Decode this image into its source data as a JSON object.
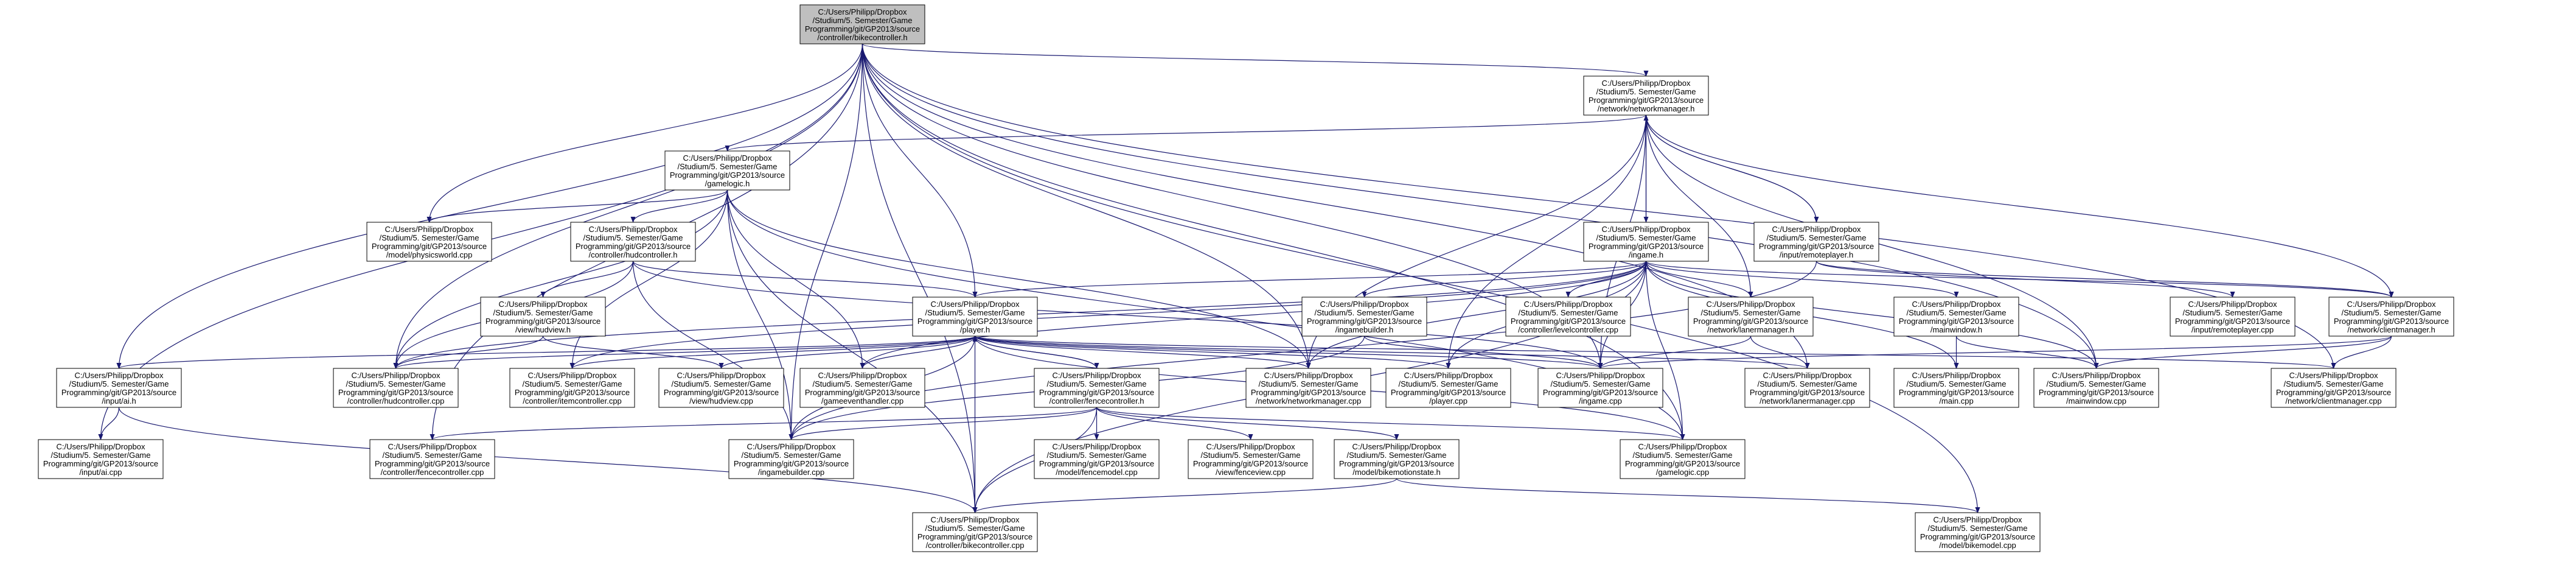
{
  "diagram": {
    "type": "doxygen-include-dependency-graph",
    "colors": {
      "highlight_fill": "#bfbfbf",
      "node_fill": "#ffffff",
      "node_stroke": "#000000",
      "edge": "#191970"
    },
    "nodes": [
      {
        "id": "bikecontroller_h",
        "highlight": true,
        "lines": [
          "C:/Users/Philipp/Dropbox",
          "/Studium/5. Semester/Game",
          "Programming/git/GP2013/source",
          "/controller/bikecontroller.h"
        ]
      },
      {
        "id": "networkmanager_h",
        "lines": [
          "C:/Users/Philipp/Dropbox",
          "/Studium/5. Semester/Game",
          "Programming/git/GP2013/source",
          "/network/networkmanager.h"
        ]
      },
      {
        "id": "gamelogic_h",
        "lines": [
          "C:/Users/Philipp/Dropbox",
          "/Studium/5. Semester/Game",
          "Programming/git/GP2013/source",
          "/gamelogic.h"
        ]
      },
      {
        "id": "physicsworld_cpp",
        "lines": [
          "C:/Users/Philipp/Dropbox",
          "/Studium/5. Semester/Game",
          "Programming/git/GP2013/source",
          "/model/physicsworld.cpp"
        ]
      },
      {
        "id": "hudcontroller_h",
        "lines": [
          "C:/Users/Philipp/Dropbox",
          "/Studium/5. Semester/Game",
          "Programming/git/GP2013/source",
          "/controller/hudcontroller.h"
        ]
      },
      {
        "id": "ingame_h",
        "lines": [
          "C:/Users/Philipp/Dropbox",
          "/Studium/5. Semester/Game",
          "Programming/git/GP2013/source",
          "/ingame.h"
        ]
      },
      {
        "id": "remoteplayer_h",
        "lines": [
          "C:/Users/Philipp/Dropbox",
          "/Studium/5. Semester/Game",
          "Programming/git/GP2013/source",
          "/input/remoteplayer.h"
        ]
      },
      {
        "id": "hudview_h",
        "lines": [
          "C:/Users/Philipp/Dropbox",
          "/Studium/5. Semester/Game",
          "Programming/git/GP2013/source",
          "/view/hudview.h"
        ]
      },
      {
        "id": "player_h",
        "lines": [
          "C:/Users/Philipp/Dropbox",
          "/Studium/5. Semester/Game",
          "Programming/git/GP2013/source",
          "/player.h"
        ]
      },
      {
        "id": "ingamebuilder_h",
        "lines": [
          "C:/Users/Philipp/Dropbox",
          "/Studium/5. Semester/Game",
          "Programming/git/GP2013/source",
          "/ingamebuilder.h"
        ]
      },
      {
        "id": "levelcontroller_cpp",
        "lines": [
          "C:/Users/Philipp/Dropbox",
          "/Studium/5. Semester/Game",
          "Programming/git/GP2013/source",
          "/controller/levelcontroller.cpp"
        ]
      },
      {
        "id": "lanermanager_h",
        "lines": [
          "C:/Users/Philipp/Dropbox",
          "/Studium/5. Semester/Game",
          "Programming/git/GP2013/source",
          "/network/lanermanager.h"
        ]
      },
      {
        "id": "mainwindow_h",
        "lines": [
          "C:/Users/Philipp/Dropbox",
          "/Studium/5. Semester/Game",
          "Programming/git/GP2013/source",
          "/mainwindow.h"
        ]
      },
      {
        "id": "remoteplayer_cpp",
        "lines": [
          "C:/Users/Philipp/Dropbox",
          "/Studium/5. Semester/Game",
          "Programming/git/GP2013/source",
          "/input/remoteplayer.cpp"
        ]
      },
      {
        "id": "clientmanager_h",
        "lines": [
          "C:/Users/Philipp/Dropbox",
          "/Studium/5. Semester/Game",
          "Programming/git/GP2013/source",
          "/network/clientmanager.h"
        ]
      },
      {
        "id": "ai_h",
        "lines": [
          "C:/Users/Philipp/Dropbox",
          "/Studium/5. Semester/Game",
          "Programming/git/GP2013/source",
          "/input/ai.h"
        ]
      },
      {
        "id": "hudcontroller_cpp",
        "lines": [
          "C:/Users/Philipp/Dropbox",
          "/Studium/5. Semester/Game",
          "Programming/git/GP2013/source",
          "/controller/hudcontroller.cpp"
        ]
      },
      {
        "id": "itemcontroller_cpp",
        "lines": [
          "C:/Users/Philipp/Dropbox",
          "/Studium/5. Semester/Game",
          "Programming/git/GP2013/source",
          "/controller/itemcontroller.cpp"
        ]
      },
      {
        "id": "hudview_cpp",
        "lines": [
          "C:/Users/Philipp/Dropbox",
          "/Studium/5. Semester/Game",
          "Programming/git/GP2013/source",
          "/view/hudview.cpp"
        ]
      },
      {
        "id": "gameeventhandler_cpp",
        "lines": [
          "C:/Users/Philipp/Dropbox",
          "/Studium/5. Semester/Game",
          "Programming/git/GP2013/source",
          "/gameeventhandler.cpp"
        ]
      },
      {
        "id": "networkmanager_cpp",
        "lines": [
          "C:/Users/Philipp/Dropbox",
          "/Studium/5. Semester/Game",
          "Programming/git/GP2013/source",
          "/network/networkmanager.cpp"
        ]
      },
      {
        "id": "player_cpp",
        "lines": [
          "C:/Users/Philipp/Dropbox",
          "/Studium/5. Semester/Game",
          "Programming/git/GP2013/source",
          "/player.cpp"
        ]
      },
      {
        "id": "ingame_cpp",
        "lines": [
          "C:/Users/Philipp/Dropbox",
          "/Studium/5. Semester/Game",
          "Programming/git/GP2013/source",
          "/ingame.cpp"
        ]
      },
      {
        "id": "lanermanager_cpp",
        "lines": [
          "C:/Users/Philipp/Dropbox",
          "/Studium/5. Semester/Game",
          "Programming/git/GP2013/source",
          "/network/lanermanager.cpp"
        ]
      },
      {
        "id": "main_cpp",
        "lines": [
          "C:/Users/Philipp/Dropbox",
          "/Studium/5. Semester/Game",
          "Programming/git/GP2013/source",
          "/main.cpp"
        ]
      },
      {
        "id": "mainwindow_cpp",
        "lines": [
          "C:/Users/Philipp/Dropbox",
          "/Studium/5. Semester/Game",
          "Programming/git/GP2013/source",
          "/mainwindow.cpp"
        ]
      },
      {
        "id": "clientmanager_cpp",
        "lines": [
          "C:/Users/Philipp/Dropbox",
          "/Studium/5. Semester/Game",
          "Programming/git/GP2013/source",
          "/network/clientmanager.cpp"
        ]
      },
      {
        "id": "fencecontroller_h",
        "lines": [
          "C:/Users/Philipp/Dropbox",
          "/Studium/5. Semester/Game",
          "Programming/git/GP2013/source",
          "/controller/fencecontroller.h"
        ]
      },
      {
        "id": "ai_cpp",
        "lines": [
          "C:/Users/Philipp/Dropbox",
          "/Studium/5. Semester/Game",
          "Programming/git/GP2013/source",
          "/input/ai.cpp"
        ]
      },
      {
        "id": "fencecontroller_cpp",
        "lines": [
          "C:/Users/Philipp/Dropbox",
          "/Studium/5. Semester/Game",
          "Programming/git/GP2013/source",
          "/controller/fencecontroller.cpp"
        ]
      },
      {
        "id": "ingamebuilder_cpp",
        "lines": [
          "C:/Users/Philipp/Dropbox",
          "/Studium/5. Semester/Game",
          "Programming/git/GP2013/source",
          "/ingamebuilder.cpp"
        ]
      },
      {
        "id": "fencemodel_cpp",
        "lines": [
          "C:/Users/Philipp/Dropbox",
          "/Studium/5. Semester/Game",
          "Programming/git/GP2013/source",
          "/model/fencemodel.cpp"
        ]
      },
      {
        "id": "fenceview_cpp",
        "lines": [
          "C:/Users/Philipp/Dropbox",
          "/Studium/5. Semester/Game",
          "Programming/git/GP2013/source",
          "/view/fenceview.cpp"
        ]
      },
      {
        "id": "bikemotionstate_h",
        "lines": [
          "C:/Users/Philipp/Dropbox",
          "/Studium/5. Semester/Game",
          "Programming/git/GP2013/source",
          "/model/bikemotionstate.h"
        ]
      },
      {
        "id": "gamelogic_cpp",
        "lines": [
          "C:/Users/Philipp/Dropbox",
          "/Studium/5. Semester/Game",
          "Programming/git/GP2013/source",
          "/gamelogic.cpp"
        ]
      },
      {
        "id": "bikecontroller_cpp",
        "lines": [
          "C:/Users/Philipp/Dropbox",
          "/Studium/5. Semester/Game",
          "Programming/git/GP2013/source",
          "/controller/bikecontroller.cpp"
        ]
      },
      {
        "id": "bikemodel_cpp",
        "lines": [
          "C:/Users/Philipp/Dropbox",
          "/Studium/5. Semester/Game",
          "Programming/git/GP2013/source",
          "/model/bikemodel.cpp"
        ]
      }
    ],
    "edges": [
      [
        "bikecontroller_h",
        "networkmanager_h"
      ],
      [
        "bikecontroller_h",
        "physicsworld_cpp"
      ],
      [
        "bikecontroller_h",
        "ai_cpp"
      ],
      [
        "bikecontroller_h",
        "ai_h"
      ],
      [
        "bikecontroller_h",
        "fencecontroller_cpp"
      ],
      [
        "bikecontroller_h",
        "ingamebuilder_cpp"
      ],
      [
        "bikecontroller_h",
        "hudcontroller_cpp"
      ],
      [
        "bikecontroller_h",
        "player_h"
      ],
      [
        "bikecontroller_h",
        "networkmanager_cpp"
      ],
      [
        "bikecontroller_h",
        "ingame_cpp"
      ],
      [
        "bikecontroller_h",
        "lanermanager_cpp"
      ],
      [
        "bikecontroller_h",
        "gamelogic_cpp"
      ],
      [
        "bikecontroller_h",
        "clientmanager_cpp"
      ],
      [
        "bikecontroller_h",
        "mainwindow_cpp"
      ],
      [
        "bikecontroller_h",
        "bikemodel_cpp"
      ],
      [
        "bikecontroller_h",
        "bikecontroller_cpp"
      ],
      [
        "networkmanager_h",
        "gamelogic_h"
      ],
      [
        "networkmanager_h",
        "ingame_h"
      ],
      [
        "networkmanager_h",
        "remoteplayer_h"
      ],
      [
        "networkmanager_h",
        "lanermanager_h"
      ],
      [
        "networkmanager_h",
        "clientmanager_h"
      ],
      [
        "networkmanager_h",
        "networkmanager_cpp"
      ],
      [
        "networkmanager_h",
        "player_cpp"
      ],
      [
        "networkmanager_h",
        "mainwindow_cpp"
      ],
      [
        "networkmanager_h",
        "ingame_cpp"
      ],
      [
        "gamelogic_h",
        "physicsworld_cpp"
      ],
      [
        "gamelogic_h",
        "hudcontroller_h"
      ],
      [
        "gamelogic_h",
        "hudcontroller_cpp"
      ],
      [
        "gamelogic_h",
        "itemcontroller_cpp"
      ],
      [
        "gamelogic_h",
        "gameeventhandler_cpp"
      ],
      [
        "gamelogic_h",
        "ingamebuilder_cpp"
      ],
      [
        "gamelogic_h",
        "networkmanager_cpp"
      ],
      [
        "gamelogic_h",
        "gamelogic_cpp"
      ],
      [
        "gamelogic_h",
        "bikecontroller_cpp"
      ],
      [
        "hudcontroller_h",
        "hudview_h"
      ],
      [
        "hudcontroller_h",
        "hudcontroller_cpp"
      ],
      [
        "hudcontroller_h",
        "player_h"
      ],
      [
        "hudcontroller_h",
        "ingamebuilder_cpp"
      ],
      [
        "hudcontroller_h",
        "ingame_cpp"
      ],
      [
        "hudview_h",
        "hudview_cpp"
      ],
      [
        "hudview_h",
        "hudcontroller_cpp"
      ],
      [
        "ingame_h",
        "player_h"
      ],
      [
        "ingame_h",
        "ingamebuilder_h"
      ],
      [
        "ingame_h",
        "levelcontroller_cpp"
      ],
      [
        "ingame_h",
        "lanermanager_h"
      ],
      [
        "ingame_h",
        "mainwindow_h"
      ],
      [
        "ingame_h",
        "clientmanager_h"
      ],
      [
        "ingame_h",
        "ingame_cpp"
      ],
      [
        "ingame_h",
        "player_cpp"
      ],
      [
        "ingame_h",
        "gamelogic_cpp"
      ],
      [
        "ingame_h",
        "hudcontroller_cpp"
      ],
      [
        "ingame_h",
        "itemcontroller_cpp"
      ],
      [
        "ingame_h",
        "networkmanager_cpp"
      ],
      [
        "ingame_h",
        "main_cpp"
      ],
      [
        "ingame_h",
        "mainwindow_cpp"
      ],
      [
        "ingame_h",
        "gameeventhandler_cpp"
      ],
      [
        "ingame_h",
        "bikecontroller_cpp"
      ],
      [
        "ingame_h",
        "networkmanager_h"
      ],
      [
        "remoteplayer_h",
        "remoteplayer_cpp"
      ],
      [
        "remoteplayer_h",
        "clientmanager_h"
      ],
      [
        "remoteplayer_h",
        "networkmanager_h"
      ],
      [
        "remoteplayer_h",
        "ingamebuilder_cpp"
      ],
      [
        "player_h",
        "ai_h"
      ],
      [
        "player_h",
        "hudcontroller_cpp"
      ],
      [
        "player_h",
        "itemcontroller_cpp"
      ],
      [
        "player_h",
        "hudview_cpp"
      ],
      [
        "player_h",
        "gameeventhandler_cpp"
      ],
      [
        "player_h",
        "fencecontroller_h"
      ],
      [
        "player_h",
        "networkmanager_cpp"
      ],
      [
        "player_h",
        "player_cpp"
      ],
      [
        "player_h",
        "ingame_cpp"
      ],
      [
        "player_h",
        "lanermanager_cpp"
      ],
      [
        "player_h",
        "clientmanager_cpp"
      ],
      [
        "player_h",
        "ingamebuilder_cpp"
      ],
      [
        "player_h",
        "gamelogic_cpp"
      ],
      [
        "player_h",
        "bikecontroller_cpp"
      ],
      [
        "ingamebuilder_h",
        "ingame_cpp"
      ],
      [
        "ingamebuilder_h",
        "ingamebuilder_cpp"
      ],
      [
        "lanermanager_h",
        "lanermanager_cpp"
      ],
      [
        "lanermanager_h",
        "ingame_cpp"
      ],
      [
        "mainwindow_h",
        "main_cpp"
      ],
      [
        "mainwindow_h",
        "mainwindow_cpp"
      ],
      [
        "clientmanager_h",
        "clientmanager_cpp"
      ],
      [
        "clientmanager_h",
        "mainwindow_cpp"
      ],
      [
        "clientmanager_h",
        "ingame_cpp"
      ],
      [
        "ai_h",
        "ai_cpp"
      ],
      [
        "ai_h",
        "bikecontroller_cpp"
      ],
      [
        "fencecontroller_h",
        "fencecontroller_cpp"
      ],
      [
        "fencecontroller_h",
        "ingamebuilder_cpp"
      ],
      [
        "fencecontroller_h",
        "fencemodel_cpp"
      ],
      [
        "fencecontroller_h",
        "fenceview_cpp"
      ],
      [
        "fencecontroller_h",
        "bikemotionstate_h"
      ],
      [
        "fencecontroller_h",
        "gamelogic_cpp"
      ],
      [
        "fencecontroller_h",
        "bikecontroller_cpp"
      ],
      [
        "fencecontroller_h",
        "player_h"
      ],
      [
        "bikemotionstate_h",
        "bikecontroller_cpp"
      ],
      [
        "bikemotionstate_h",
        "bikemodel_cpp"
      ]
    ]
  }
}
